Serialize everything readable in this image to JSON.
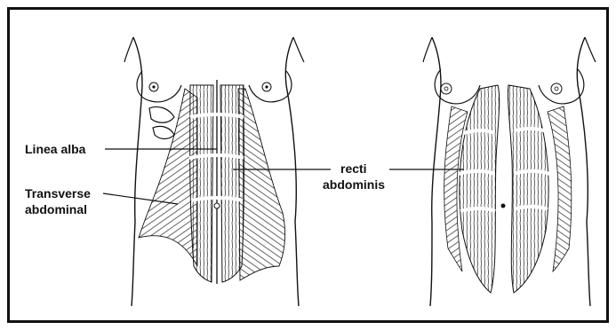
{
  "figure": {
    "labels": {
      "linea_alba": "Linea alba",
      "recti_line1": "recti",
      "recti_line2": "abdominis",
      "transverse_line1": "Transverse",
      "transverse_line2": "abdominal"
    },
    "colors": {
      "ink": "#111111",
      "background": "#ffffff"
    }
  }
}
